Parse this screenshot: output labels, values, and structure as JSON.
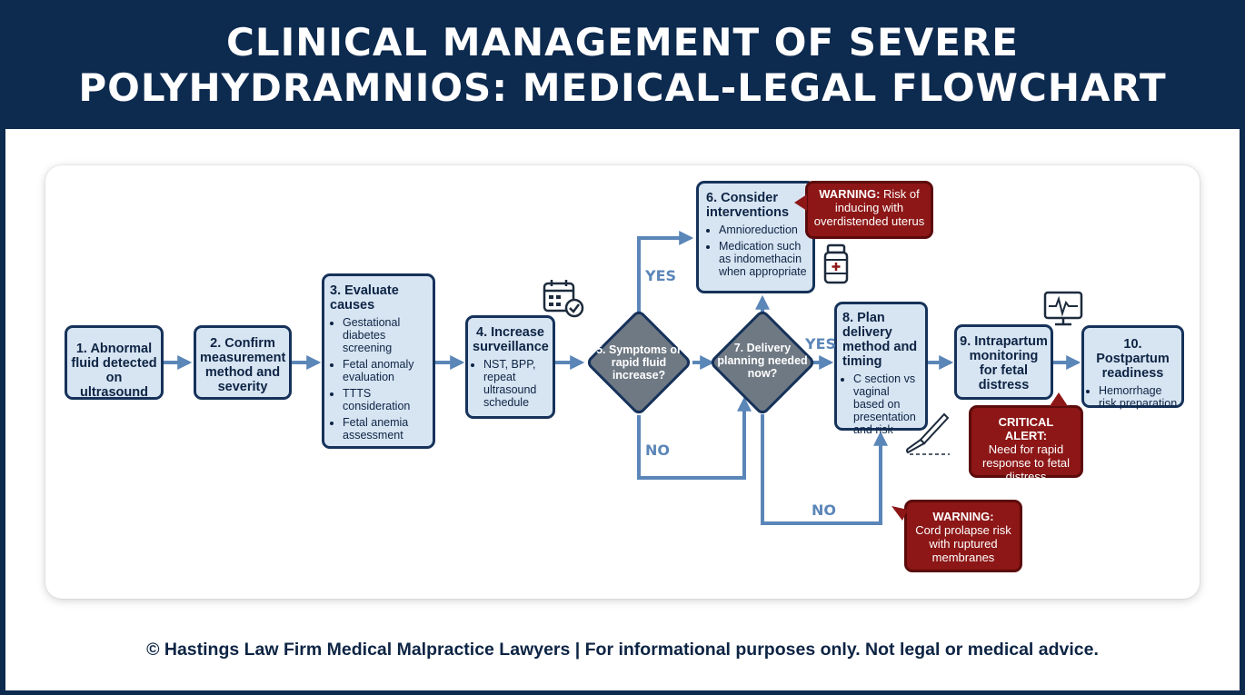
{
  "header": {
    "title_line1": "CLINICAL MANAGEMENT OF SEVERE",
    "title_line2": "POLYHYDRAMNIOS: MEDICAL-LEGAL FLOWCHART"
  },
  "steps": [
    {
      "title": "1. Abnormal fluid detected on ultrasound",
      "bullets": []
    },
    {
      "title": "2. Confirm measurement method and severity",
      "bullets": []
    },
    {
      "title": "3. Evaluate causes",
      "bullets": [
        "Gestational diabetes screening",
        "Fetal anomaly evaluation",
        "TTTS consideration",
        "Fetal anemia assessment"
      ]
    },
    {
      "title": "4. Increase surveillance",
      "bullets": [
        "NST, BPP, repeat ultrasound schedule"
      ]
    },
    {
      "title": "6. Consider interventions",
      "bullets": [
        "Amnioreduction",
        "Medication such as indomethacin when appropriate"
      ]
    },
    {
      "title": "8. Plan delivery method and timing",
      "bullets": [
        "C section vs vaginal based on presentation and risk"
      ]
    },
    {
      "title": "9. Intrapartum monitoring for fetal distress",
      "bullets": []
    },
    {
      "title": "10. Postpartum readiness",
      "bullets": [
        "Hemorrhage risk preparation"
      ]
    }
  ],
  "decisions": [
    {
      "label": "5. Symptoms or rapid fluid increase?"
    },
    {
      "label": "7. Delivery planning needed now?"
    }
  ],
  "branch_labels": {
    "yes": "YES",
    "no": "NO"
  },
  "callouts": [
    {
      "heading": "WARNING:",
      "text": "Risk of inducing with overdistended uterus"
    },
    {
      "heading": "CRITICAL ALERT:",
      "text": "Need for rapid response to fetal distress"
    },
    {
      "heading": "WARNING:",
      "text": "Cord prolapse risk with ruptured membranes"
    }
  ],
  "icons": [
    "calendar-check-icon",
    "medicine-bottle-icon",
    "heart-monitor-icon",
    "scalpel-icon"
  ],
  "colors": {
    "navy": "#0d2a4f",
    "box_fill": "#d7e4f2",
    "arrow": "#5b86b8",
    "warning": "#8d1616",
    "diamond": "#6f7984"
  },
  "footer": {
    "text": "© Hastings Law Firm Medical Malpractice Lawyers  | For informational purposes only. Not legal or medical advice."
  }
}
